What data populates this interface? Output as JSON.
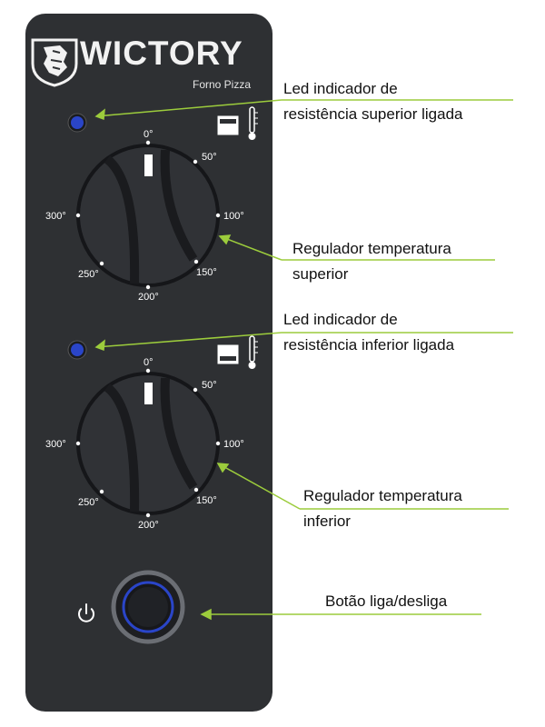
{
  "brand": {
    "name": "WICTORY",
    "subtitle": "Forno Pizza"
  },
  "dial_scale": [
    "0°",
    "50°",
    "100°",
    "150°",
    "200°",
    "250°",
    "300°"
  ],
  "callouts": {
    "led_top": [
      "Led indicador de",
      "resistência superior ligada"
    ],
    "knob_top": [
      "Regulador temperatura",
      "superior"
    ],
    "led_bottom": [
      "Led indicador de",
      "resistência inferior ligada"
    ],
    "knob_bottom": [
      "Regulador temperatura",
      "inferior"
    ],
    "power_button": [
      "Botão liga/desliga"
    ]
  },
  "colors": {
    "panel": "#2e3033",
    "callout_line": "#9ccc3c",
    "led": "#2a45c8",
    "knob": "#303236"
  },
  "icons": {
    "brand_logo": "lion-head-logo",
    "heat_top": "top-heating-thermometer-icon",
    "heat_bottom": "bottom-heating-thermometer-icon",
    "power": "power-icon"
  }
}
